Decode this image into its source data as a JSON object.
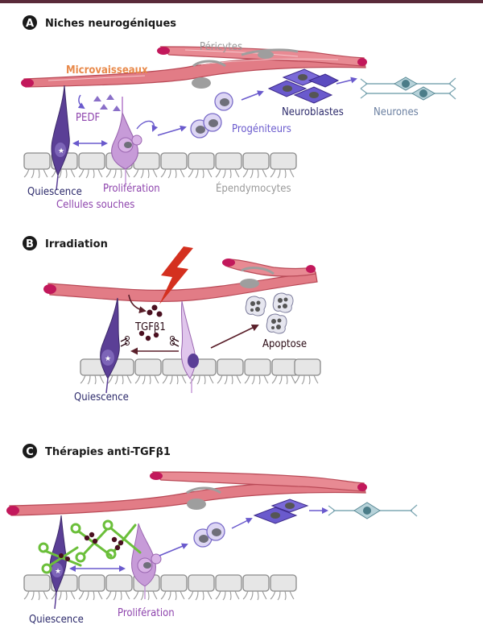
{
  "colors": {
    "vessel": "#e27c86",
    "vessel_dark": "#b94a57",
    "vessel_tip": "#c2185b",
    "pericyte": "#9e9e9e",
    "ependymocyte_fill": "#e6e6e6",
    "ependymocyte_stroke": "#8a8a8a",
    "quiescent": "#5b3f96",
    "proliferating": "#c79bd8",
    "progenitor": "#b3a9e0",
    "neuroblast": "#6a5acd",
    "neuron": "#7fa8b4",
    "arrow": "#6a5acd",
    "dark_arrow": "#5a1f2a",
    "lightning": "#d4301f",
    "tgf": "#4a1020",
    "scissors": "#6bbf3a",
    "label_orange": "#e8894a",
    "label_purple": "#8e44ad",
    "label_navy": "#2c2a6b",
    "label_gray": "#9a9a9a",
    "label_slate": "#6a7fa0",
    "label_dark": "#2a0a14"
  },
  "panel_a": {
    "letter": "A",
    "title": "Niches neurogéniques",
    "pericytes": "Péricytes",
    "microvessels": "Microvaisseaux",
    "pedf": "PEDF",
    "neuroblasts": "Neuroblastes",
    "neurons": "Neurones",
    "progenitors": "Progéniteurs",
    "quiescence": "Quiescence",
    "proliferation": "Prolifération",
    "ependymocytes": "Épendymocytes",
    "stem_cells": "Cellules souches"
  },
  "panel_b": {
    "letter": "B",
    "title": "Irradiation",
    "tgfb1": "TGFβ1",
    "apoptosis": "Apoptose",
    "quiescence": "Quiescence"
  },
  "panel_c": {
    "letter": "C",
    "title": "Thérapies anti-TGFβ1",
    "quiescence": "Quiescence",
    "proliferation": "Prolifération"
  }
}
